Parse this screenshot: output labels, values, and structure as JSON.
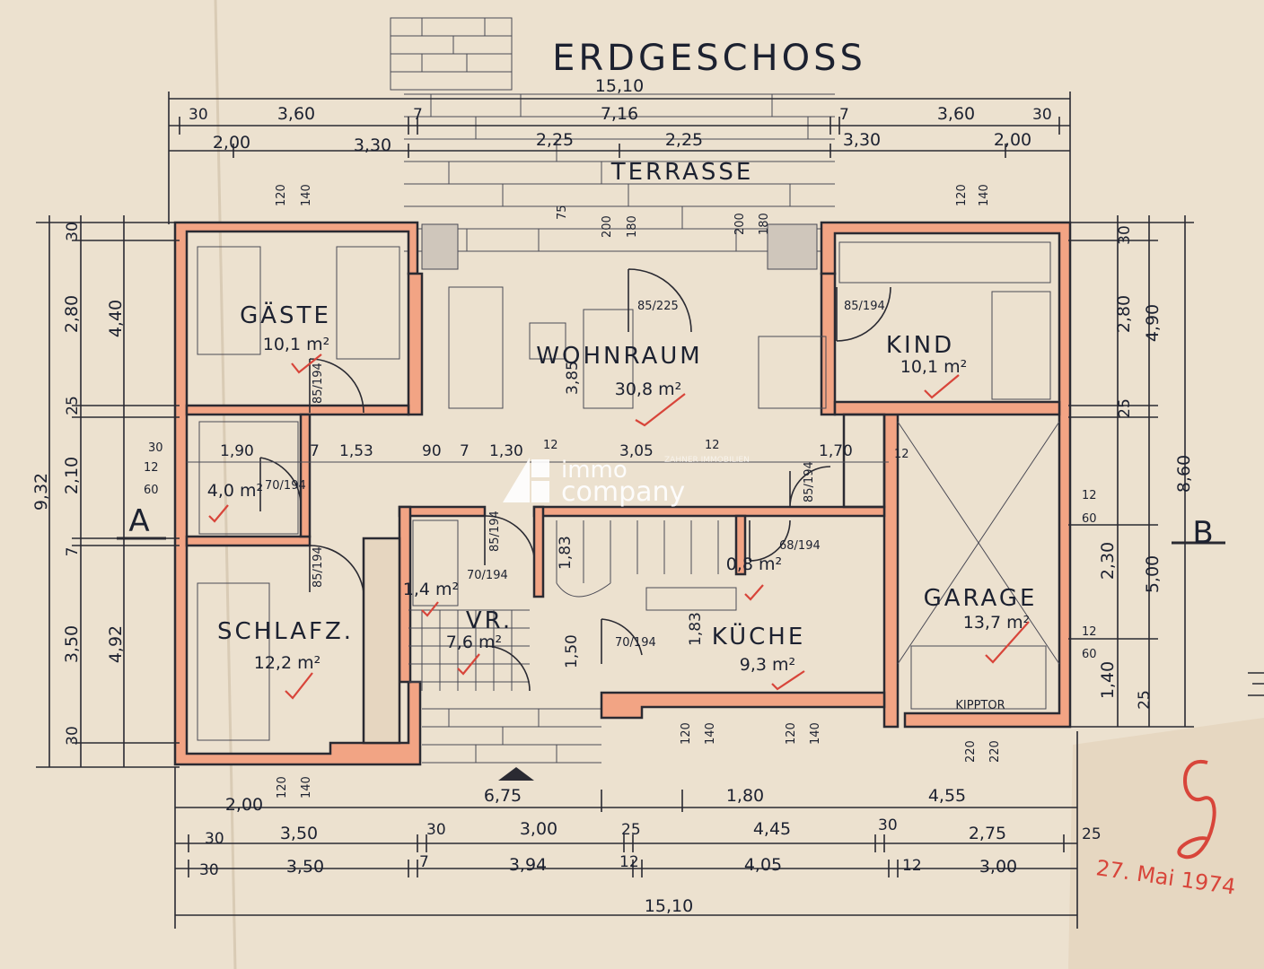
{
  "title": "ERDGESCHOSS",
  "terrace": "TERRASSE",
  "section_markers": {
    "left": "A",
    "right": "B"
  },
  "rooms": [
    {
      "name": "GÄSTE",
      "area": "10,1 m²"
    },
    {
      "name": "WOHNRAUM",
      "area": "30,8 m²"
    },
    {
      "name": "KIND",
      "area": "10,1 m²"
    },
    {
      "name": "GARAGE",
      "area": "13,7 m²"
    },
    {
      "name": "SCHLAFZ.",
      "area": "12,2 m²"
    },
    {
      "name": "VR.",
      "area": "7,6 m²"
    },
    {
      "name": "KÜCHE",
      "area": "9,3 m²"
    },
    {
      "name": "",
      "area": "4,0 m²"
    },
    {
      "name": "",
      "area": "1,4 m²"
    },
    {
      "name": "",
      "area": "0,8 m²"
    }
  ],
  "garage_door": "KIPPTOR",
  "dimensions": {
    "top_total": "15,10",
    "top_row1": [
      "30",
      "3,60",
      "7",
      "7,16",
      "7",
      "3,60",
      "30"
    ],
    "top_row2": [
      "2,00",
      "3,30",
      "2,25",
      "2,25",
      "3,30",
      "2,00"
    ],
    "bottom_total": "15,10",
    "bottom_row1": [
      "2,00",
      "6,75",
      "1,80",
      "4,55"
    ],
    "bottom_row2": [
      "30",
      "3,50",
      "30",
      "3,00",
      "25",
      "4,45",
      "30",
      "2,75",
      "25"
    ],
    "bottom_row3": [
      "30",
      "3,50",
      "7",
      "3,94",
      "12",
      "4,05",
      "12",
      "3,00"
    ],
    "left_outer": "9,32",
    "left_mid": [
      "4,40",
      "4,92"
    ],
    "left_inner": [
      "30",
      "2,80",
      "25",
      "2,10",
      "7",
      "3,50",
      "30"
    ],
    "left_wall_marks": [
      "30",
      "12",
      "60"
    ],
    "right_outer": "8,60",
    "right_mid": [
      "4,90",
      "5,00"
    ],
    "right_inner": [
      "30",
      "2,80",
      "25",
      "2,30",
      "1,40",
      "25"
    ],
    "right_wall_marks": [
      "12",
      "60",
      "12",
      "60"
    ],
    "interior_horizontal": [
      "1,90",
      "7",
      "1,53",
      "90",
      "7",
      "1,30",
      "12",
      "3,05",
      "12",
      "1,70",
      "12"
    ],
    "window_marks": [
      "120",
      "140",
      "120",
      "140",
      "75",
      "200",
      "180",
      "200",
      "180",
      "120",
      "140",
      "120",
      "140",
      "120",
      "140",
      "220",
      "220"
    ],
    "interior_vertical": [
      "3,85",
      "1,83",
      "1,83",
      "1,50"
    ],
    "doors": [
      "85/194",
      "85/225",
      "85/194",
      "85/194",
      "70/194",
      "85/194",
      "70/194",
      "85/194",
      "70/194",
      "68/194"
    ]
  },
  "watermark": {
    "line1": "immo",
    "line2": "company",
    "faint": "ZAHNER IMMOBILIEN"
  },
  "stamp": {
    "date": "27. Mai 1974"
  }
}
